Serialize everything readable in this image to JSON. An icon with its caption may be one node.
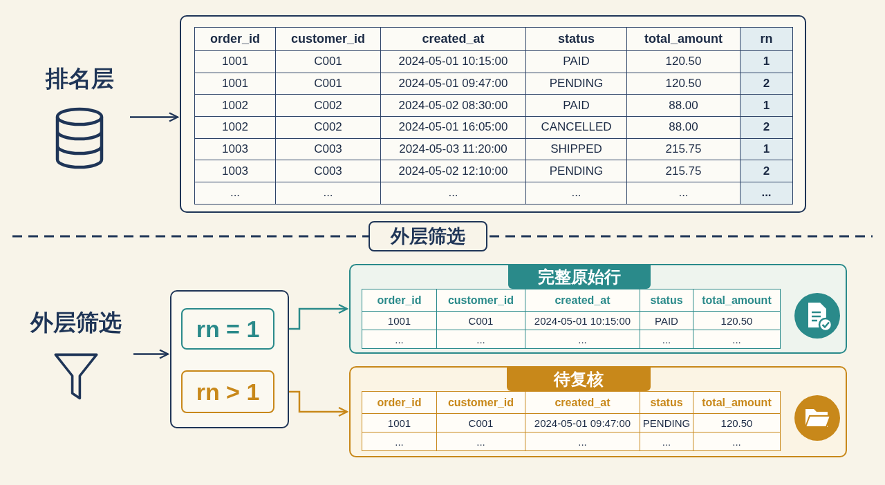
{
  "diagram": {
    "nodes": [
      {
        "text": [
          "排名层"
        ]
      },
      {
        "text": [],
        "shape": "box"
      },
      {
        "text": [
          "外层筛选"
        ]
      },
      {
        "text": [
          "外层筛选"
        ]
      },
      {
        "text": [],
        "shape": "box"
      },
      {
        "text": [
          "rn = 1"
        ],
        "in": 4
      },
      {
        "text": [
          "rn > 1"
        ],
        "in": 4
      },
      {
        "text": [
          "完整原始行"
        ]
      },
      {
        "text": [
          "待复核"
        ]
      }
    ],
    "edges": [
      {
        "from": 0,
        "to": 1,
        "arrow": "to"
      },
      {
        "from": 3,
        "to": 4,
        "arrow": "to"
      },
      {
        "from": 5,
        "to": 7,
        "arrow": "to",
        "color": "#2a8a8a"
      },
      {
        "from": 6,
        "to": 8,
        "arrow": "to",
        "color": "#c8881a"
      }
    ],
    "labels": [
      "order_id",
      "customer_id",
      "created_at",
      "status",
      "total_amount",
      "rn",
      "1001",
      "C001",
      "2024-05-01 10:15:00",
      "PAID",
      "120.50",
      "1",
      "1001",
      "C001",
      "2024-05-01 09:47:00",
      "PENDING",
      "120.50",
      "2",
      "1002",
      "C002",
      "2024-05-02 08:30:00",
      "PAID",
      "88.00",
      "1",
      "1002",
      "C002",
      "2024-05-01 16:05:00",
      "CANCELLED",
      "88.00",
      "2",
      "1003",
      "C003",
      "2024-05-03 11:20:00",
      "SHIPPED",
      "215.75",
      "1",
      "1003",
      "C003",
      "2024-05-02 12:10:00",
      "PENDING",
      "215.75",
      "2",
      "...",
      "...",
      "...",
      "...",
      "...",
      "...",
      "order_id",
      "customer_id",
      "created_at",
      "status",
      "total_amount",
      "1001",
      "C001",
      "2024-05-01 10:15:00",
      "PAID",
      "120.50",
      "...",
      "...",
      "...",
      "...",
      "...",
      "order_id",
      "customer_id",
      "created_at",
      "status",
      "total_amount",
      "1001",
      "C001",
      "2024-05-01 09:47:00",
      "PENDING",
      "120.50",
      "...",
      "...",
      "...",
      "...",
      "..."
    ]
  }
}
